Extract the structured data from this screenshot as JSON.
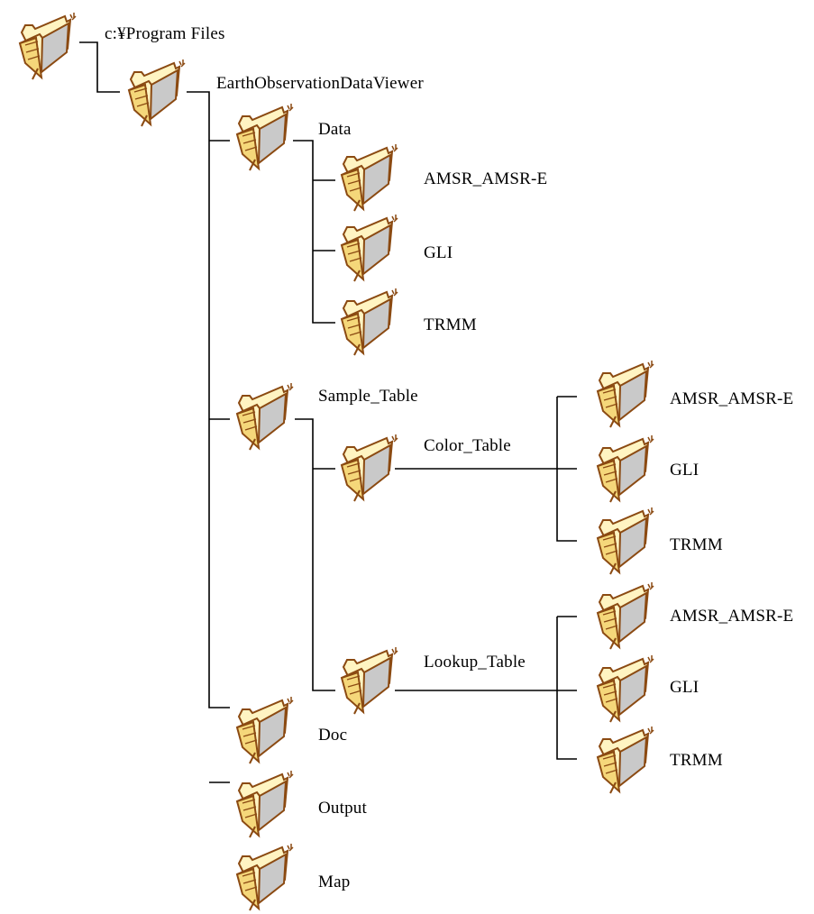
{
  "tree": {
    "root": {
      "label": "c:¥Program Files",
      "icon": "folder-icon"
    },
    "app": {
      "label": "EarthObservationDataViewer",
      "icon": "folder-icon"
    },
    "data": {
      "label": "Data",
      "children": [
        "AMSR_AMSR-E",
        "GLI",
        "TRMM"
      ]
    },
    "sample_table": {
      "label": "Sample_Table"
    },
    "color_table": {
      "label": "Color_Table",
      "children": [
        "AMSR_AMSR-E",
        "GLI",
        "TRMM"
      ]
    },
    "lookup_table": {
      "label": "Lookup_Table",
      "children": [
        "AMSR_AMSR-E",
        "GLI",
        "TRMM"
      ]
    },
    "doc": {
      "label": "Doc"
    },
    "output": {
      "label": "Output"
    },
    "map": {
      "label": "Map"
    }
  },
  "colors": {
    "folder_outline": "#8b4a12",
    "folder_face": "#c9c9c9",
    "folder_paper": "#fff4c2",
    "folder_front": "#f5d77a",
    "line": "#000000"
  }
}
